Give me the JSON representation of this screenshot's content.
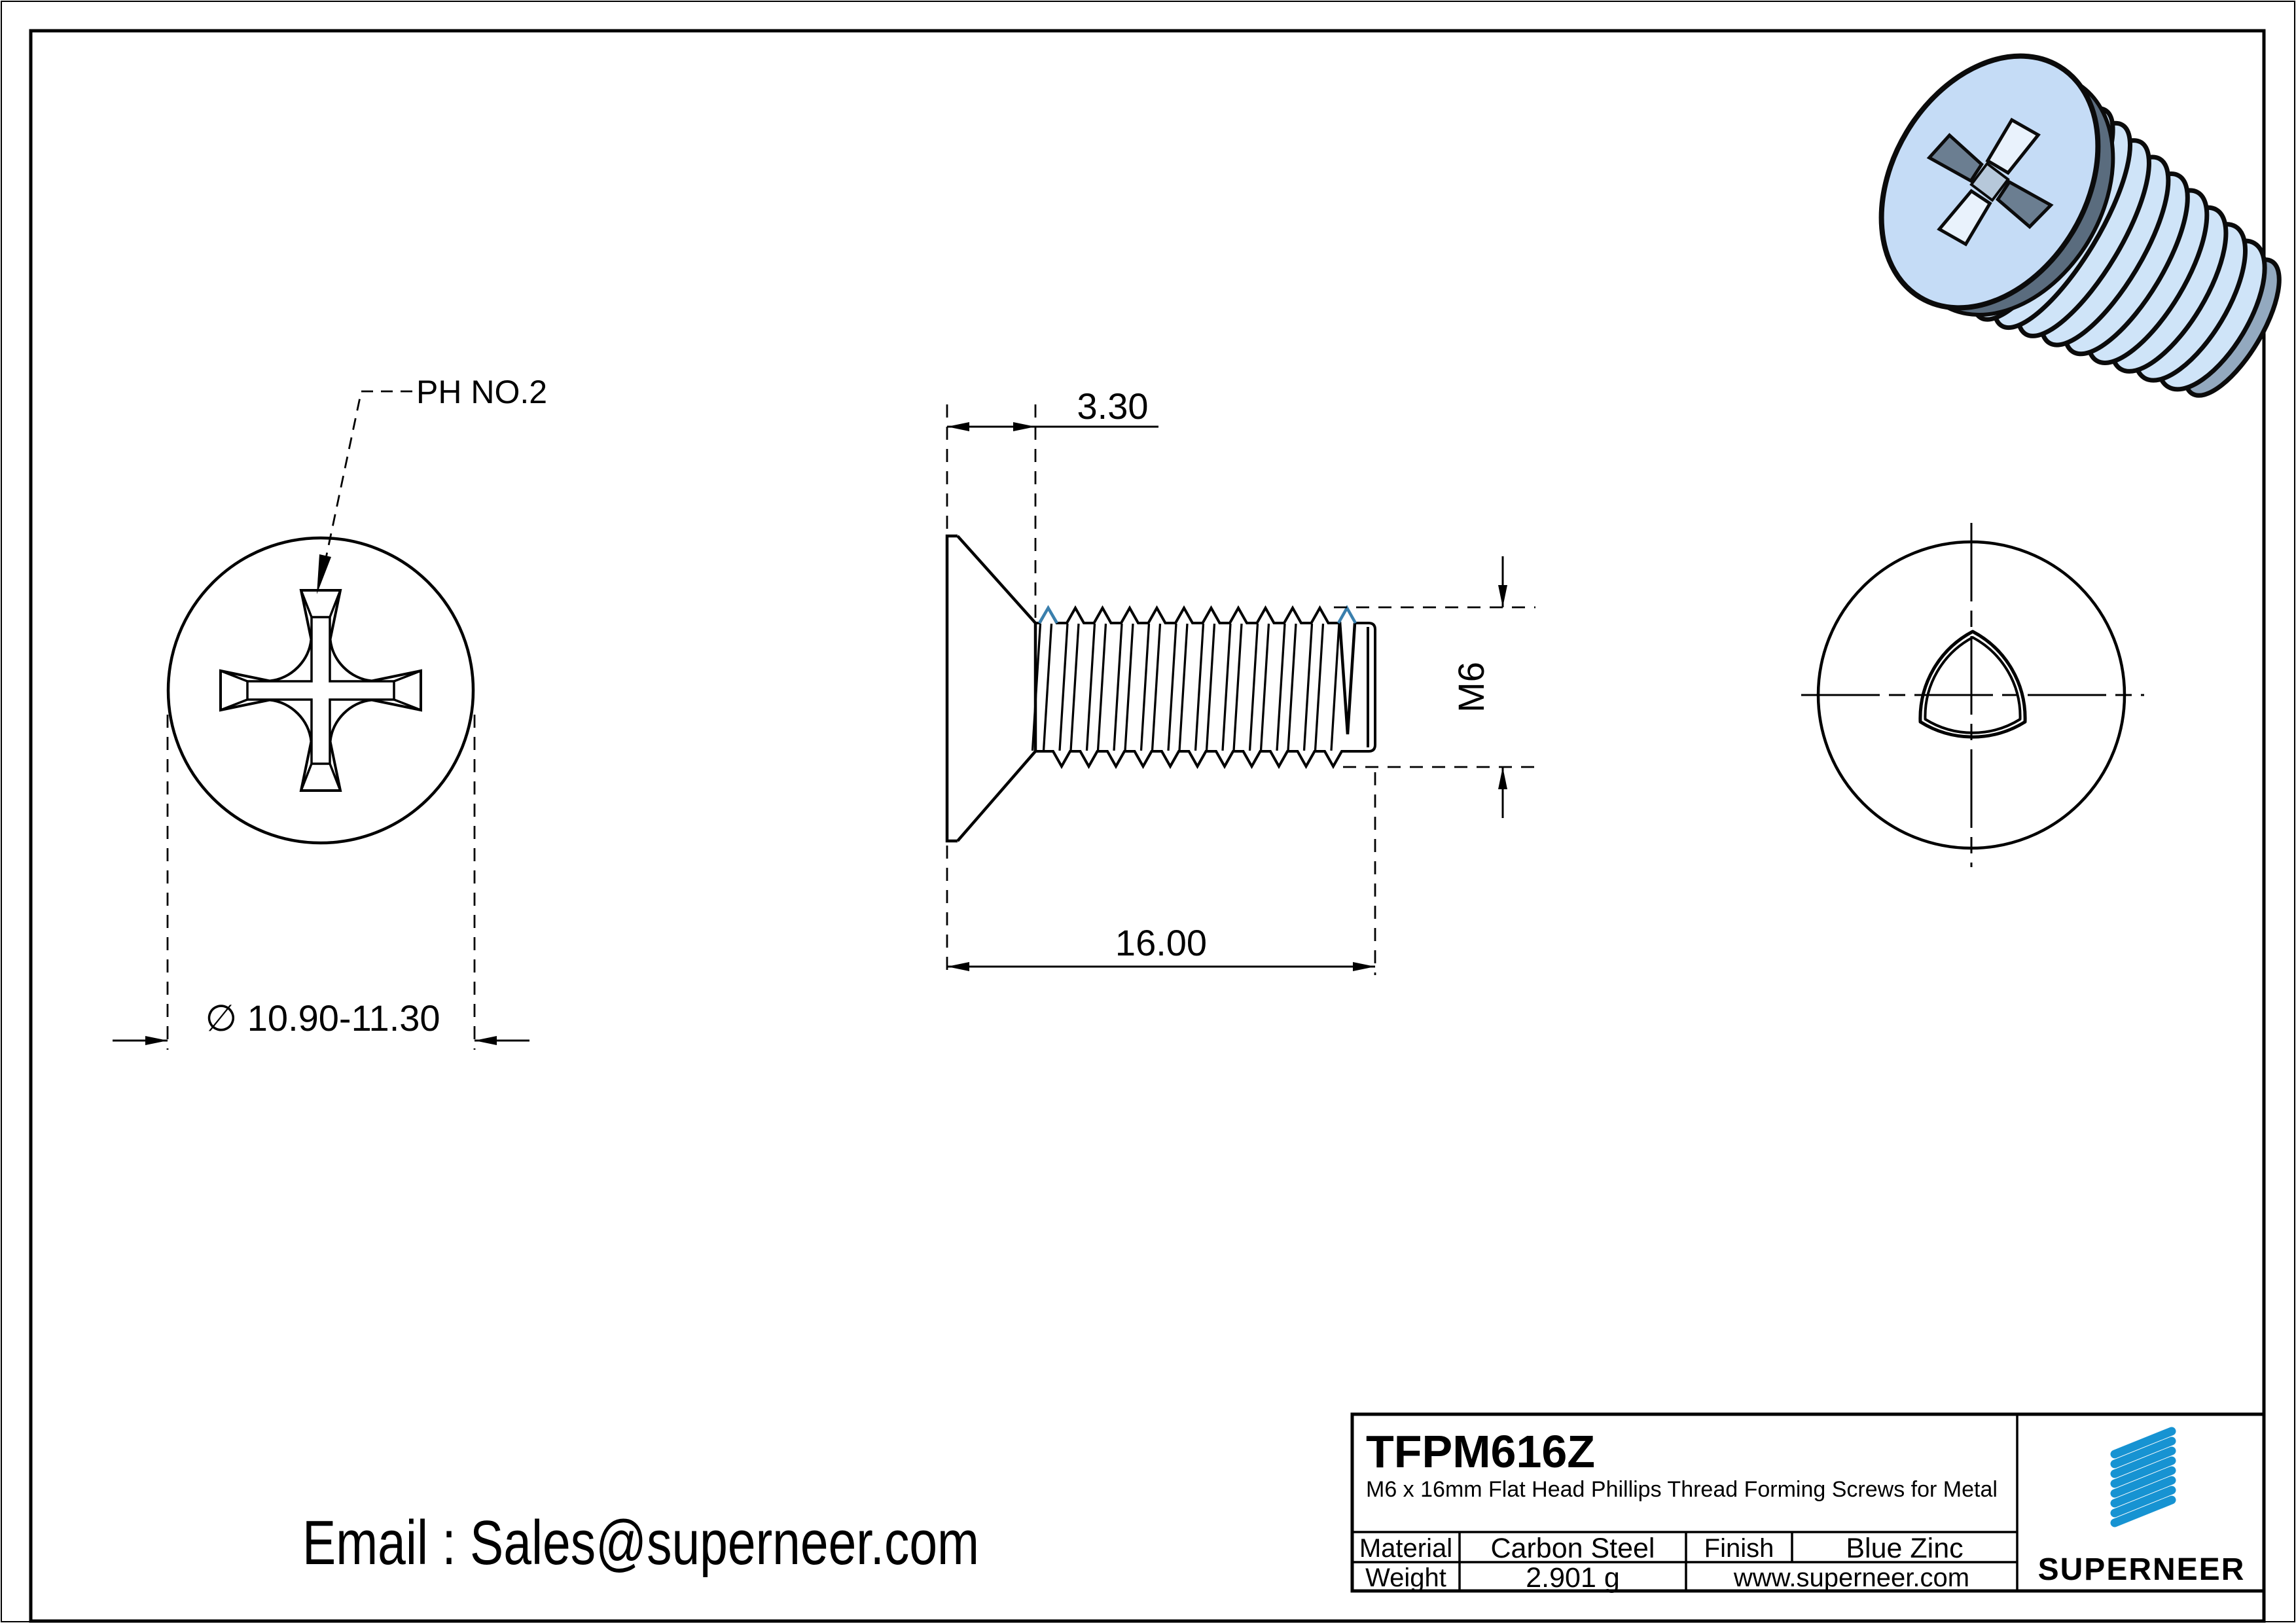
{
  "page": {
    "bg": "#ffffff",
    "line_color": "#000000",
    "accent_blue": "#1793d2",
    "thread_accent_blue": "#3a7fad",
    "screw_body_blue": "#c5dcf6"
  },
  "front_view": {
    "drive_label": "PH NO.2",
    "diameter_label": "∅ 10.90-11.30"
  },
  "side_view": {
    "head_height_dim": "3.30",
    "length_dim": "16.00",
    "thread_dim": "M6"
  },
  "title_block": {
    "part_number": "TFPM616Z",
    "description": "M6 x 16mm Flat Head Phillips Thread Forming Screws for Metal",
    "material_label": "Material",
    "material_value": "Carbon Steel",
    "finish_label": "Finish",
    "finish_value": "Blue Zinc",
    "weight_label": "Weight",
    "weight_value": "2.901 g",
    "website": "www.superneer.com",
    "brand": "SUPERNEER"
  },
  "footer": {
    "email": "Email : Sales@superneer.com"
  }
}
